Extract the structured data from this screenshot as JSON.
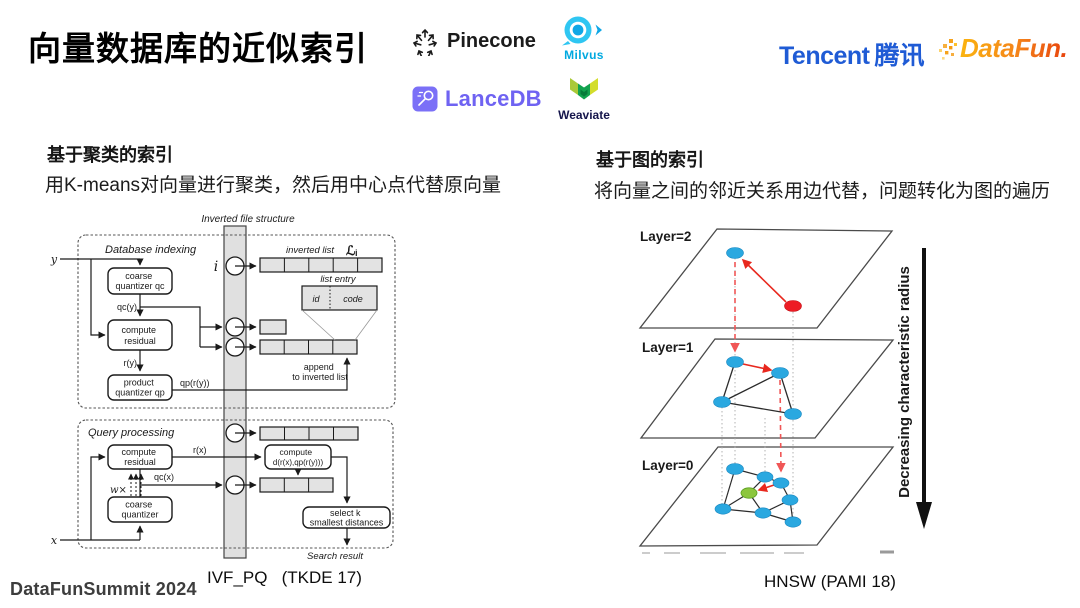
{
  "slide": {
    "title": "向量数据库的近似索引",
    "footer": "DataFunSummit 2024"
  },
  "logos": {
    "pinecone": "Pinecone",
    "milvus": "Milvus",
    "lancedb": "LanceDB",
    "weaviate": "Weaviate",
    "tencent": "Tencent",
    "tencent_cn": "腾讯",
    "datafun": "DataFun."
  },
  "colors": {
    "milvus_blue": "#00a9e0",
    "lancedb_purple": "#6f63f2",
    "weaviate_green": "#12a24e",
    "weaviate_navy": "#15154b",
    "tencent_blue": "#1f5bd5",
    "datafun_orange": "#fbb40f",
    "datafun_red": "#e8420c",
    "hnsw_node_blue": "#2aa8e0",
    "hnsw_node_green": "#8cc63e",
    "hnsw_arrow_red": "#e8281e"
  },
  "cluster": {
    "heading": "基于聚类的索引",
    "description": "用K-means对向量进行聚类，然后用中心点代替原向量",
    "caption": "IVF_PQ   (TKDE 17)",
    "fig": {
      "structure_title": "Inverted file structure",
      "db_label": "Database indexing",
      "query_label": "Query processing",
      "y": "y",
      "x": "x",
      "i": "i",
      "coarse_db": [
        "coarse",
        "quantizer qc"
      ],
      "residual_db": [
        "compute",
        "residual"
      ],
      "product": [
        "product",
        "quantizer qp"
      ],
      "qcy": "qc(y)",
      "ry": "r(y)",
      "qpry": "qp(r(y))",
      "inverted_list": "inverted list",
      "li": "ℒᵢ",
      "list_entry": "list entry",
      "id": "id",
      "code": "code",
      "append": [
        "append",
        "to inverted list"
      ],
      "residual_q": [
        "compute",
        "residual"
      ],
      "rx": "r(x)",
      "qcx": "qc(x)",
      "wx": "w×",
      "coarse_q": [
        "coarse",
        "quantizer"
      ],
      "compute_d": [
        "compute",
        "d(r(x),qp(r(y)))"
      ],
      "select_k": [
        "select k",
        "smallest distances"
      ],
      "search_result": "Search result"
    }
  },
  "graph": {
    "heading": "基于图的索引",
    "description": "将向量之间的邻近关系用边代替，问题转化为图的遍历",
    "caption": "HNSW (PAMI 18)",
    "fig": {
      "layer2": "Layer=2",
      "layer1": "Layer=1",
      "layer0": "Layer=0",
      "axis_label": "Decreasing characteristic radius"
    }
  }
}
